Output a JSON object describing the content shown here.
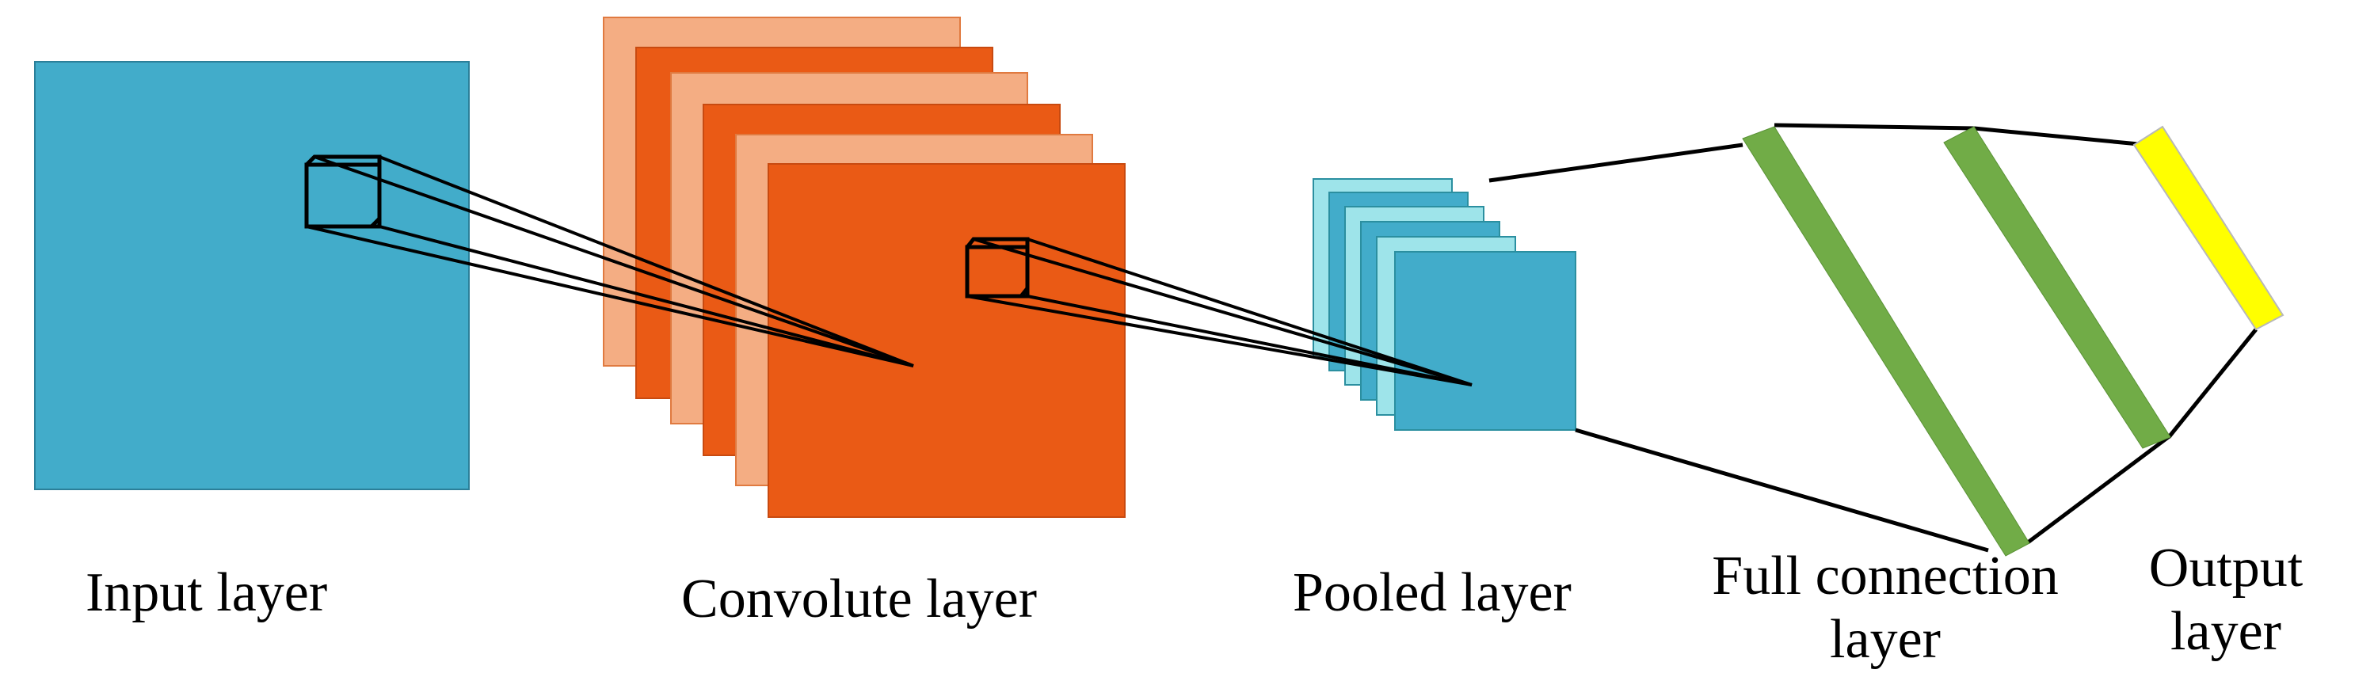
{
  "labels": {
    "input": "Input layer",
    "convolute": "Convolute layer",
    "pooled": "Pooled layer",
    "full_connection": [
      "Full connection",
      "layer"
    ],
    "output": [
      "Output",
      "layer"
    ]
  },
  "colors": {
    "input_fill": "#42ACCA",
    "input_border": "#2B7F99",
    "conv_dark": "#EA5A15",
    "conv_light": "#F4AD83",
    "pool_dark": "#42ACCA",
    "pool_light": "#9EE4EA",
    "fc_green": "#71AC47",
    "output_yellow": "#FFFF00",
    "line": "#000000"
  }
}
